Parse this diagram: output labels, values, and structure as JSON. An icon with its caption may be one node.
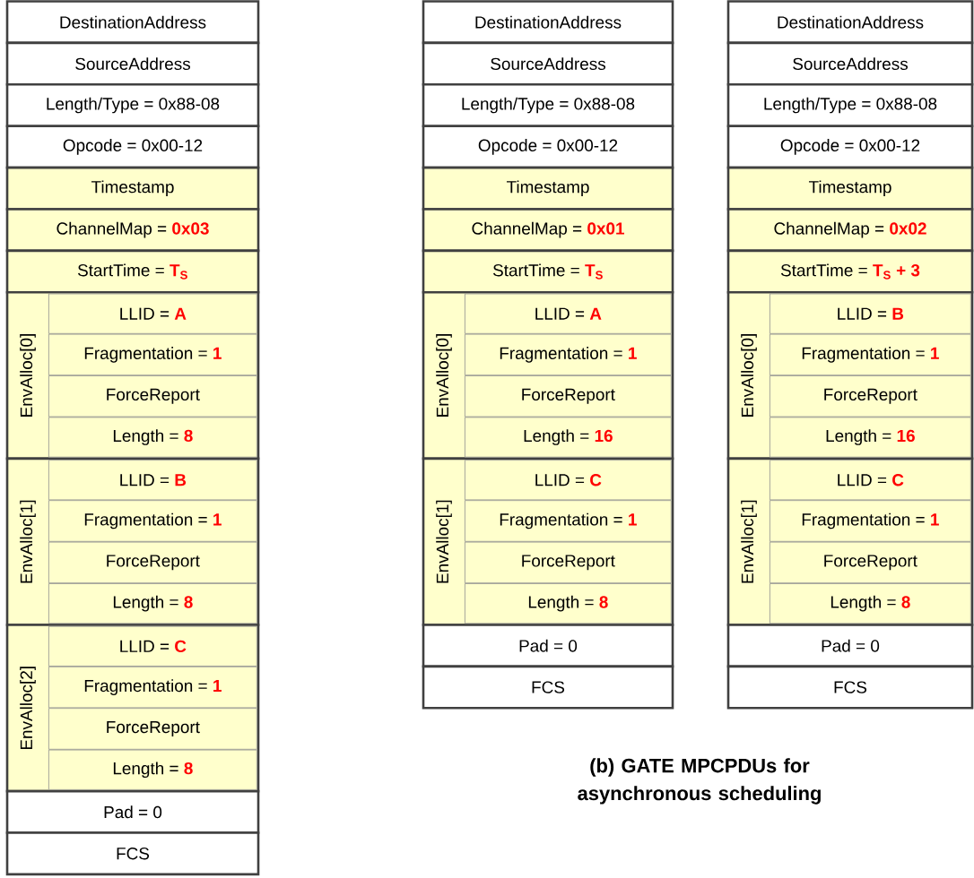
{
  "diagram": {
    "caption": "(b) GATE MPCPDUs for asynchronous scheduling",
    "nodes": [
      {
        "text": [
          "DestinationAddress"
        ]
      },
      {
        "text": [
          "SourceAddress"
        ]
      },
      {
        "text": [
          "Length/Type = 0x88-08"
        ]
      },
      {
        "text": [
          "Opcode = 0x00-12"
        ]
      },
      {
        "text": [
          "Timestamp"
        ]
      },
      {
        "text": [
          "ChannelMap =",
          "0x03"
        ]
      },
      {
        "text": [
          "StartTime =",
          "T$_{S}$"
        ]
      },
      {
        "text": [
          "EnvAlloc[0]"
        ]
      },
      {
        "text": [
          "LLID =",
          "A"
        ],
        "in": 7
      },
      {
        "text": [
          "Fragmentation =",
          "1"
        ],
        "in": 7
      },
      {
        "text": [
          "ForceReport"
        ],
        "in": 7
      },
      {
        "text": [
          "Length =",
          "8"
        ],
        "in": 7
      },
      {
        "text": [
          "EnvAlloc[1]"
        ]
      },
      {
        "text": [
          "LLID =",
          "B"
        ],
        "in": 12
      },
      {
        "text": [
          "Fragmentation =",
          "1"
        ],
        "in": 12
      },
      {
        "text": [
          "ForceReport"
        ],
        "in": 12
      },
      {
        "text": [
          "Length =",
          "8"
        ],
        "in": 12
      },
      {
        "text": [
          "EnvAlloc[2]"
        ]
      },
      {
        "text": [
          "LLID =",
          "C"
        ],
        "in": 17
      },
      {
        "text": [
          "Fragmentation =",
          "1"
        ],
        "in": 17
      },
      {
        "text": [
          "ForceReport"
        ],
        "in": 17
      },
      {
        "text": [
          "Length =",
          "8"
        ],
        "in": 17
      },
      {
        "text": [
          "Pad = 0"
        ]
      },
      {
        "text": [
          "FCS"
        ]
      },
      {
        "text": [
          "DestinationAddress"
        ]
      },
      {
        "text": [
          "SourceAddress"
        ]
      },
      {
        "text": [
          "Length/Type = 0x88-08"
        ]
      },
      {
        "text": [
          "Opcode = 0x00-12"
        ]
      },
      {
        "text": [
          "Timestamp"
        ]
      },
      {
        "text": [
          "ChannelMap =",
          "0x01"
        ]
      },
      {
        "text": [
          "StartTime =",
          "T$_{S}$"
        ]
      },
      {
        "text": [
          "EnvAlloc[0]"
        ]
      },
      {
        "text": [
          "LLID =",
          "A"
        ],
        "in": 31
      },
      {
        "text": [
          "Fragmentation =",
          "1"
        ],
        "in": 31
      },
      {
        "text": [
          "ForceReport"
        ],
        "in": 31
      },
      {
        "text": [
          "Length =",
          "16"
        ],
        "in": 31
      },
      {
        "text": [
          "EnvAlloc[1]"
        ]
      },
      {
        "text": [
          "LLID =",
          "C"
        ],
        "in": 36
      },
      {
        "text": [
          "Fragmentation =",
          "1"
        ],
        "in": 36
      },
      {
        "text": [
          "ForceReport"
        ],
        "in": 36
      },
      {
        "text": [
          "Length =",
          "8"
        ],
        "in": 36
      },
      {
        "text": [
          "Pad = 0"
        ]
      },
      {
        "text": [
          "FCS"
        ]
      },
      {
        "text": [
          "DestinationAddress"
        ]
      },
      {
        "text": [
          "SourceAddress"
        ]
      },
      {
        "text": [
          "Length/Type = 0x88-08"
        ]
      },
      {
        "text": [
          "Opcode = 0x00-12"
        ]
      },
      {
        "text": [
          "Timestamp"
        ]
      },
      {
        "text": [
          "ChannelMap =",
          "0x02"
        ]
      },
      {
        "text": [
          "StartTime =",
          "T$_{S}$ + 3"
        ]
      },
      {
        "text": [
          "EnvAlloc[0]"
        ]
      },
      {
        "text": [
          "LLID =",
          "B"
        ],
        "in": 50
      },
      {
        "text": [
          "Fragmentation =",
          "1"
        ],
        "in": 50
      },
      {
        "text": [
          "ForceReport"
        ],
        "in": 50
      },
      {
        "text": [
          "Length =",
          "16"
        ],
        "in": 50
      },
      {
        "text": [
          "EnvAlloc[1]"
        ]
      },
      {
        "text": [
          "LLID =",
          "C"
        ],
        "in": 55
      },
      {
        "text": [
          "Fragmentation =",
          "1"
        ],
        "in": 55
      },
      {
        "text": [
          "ForceReport"
        ],
        "in": 55
      },
      {
        "text": [
          "Length =",
          "8"
        ],
        "in": 55
      },
      {
        "text": [
          "Pad = 0"
        ]
      },
      {
        "text": [
          "FCS"
        ]
      }
    ]
  }
}
